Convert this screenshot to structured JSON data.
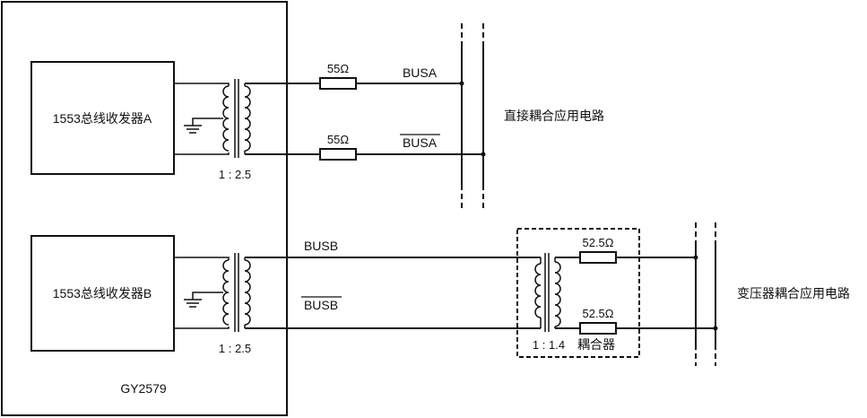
{
  "chip": {
    "name": "GY2579"
  },
  "transceivers": {
    "a": "1553总线收发器A",
    "b": "1553总线收发器B"
  },
  "transformers": {
    "a_ratio": "1 : 2.5",
    "b_ratio": "1 : 2.5",
    "coupler_ratio": "1 : 1.4",
    "coupler_label": "耦合器"
  },
  "resistors": {
    "busa_top": "55Ω",
    "busa_bottom": "55Ω",
    "coupler_top": "52.5Ω",
    "coupler_bottom": "52.5Ω"
  },
  "buses": {
    "busa": "BUSA",
    "busa_bar": "BUSA",
    "busb": "BUSB",
    "busb_bar": "BUSB"
  },
  "circuits": {
    "direct": "直接耦合应用电路",
    "transformer": "变压器耦合应用电路"
  },
  "colors": {
    "line": "#111111",
    "background": "#ffffff"
  }
}
